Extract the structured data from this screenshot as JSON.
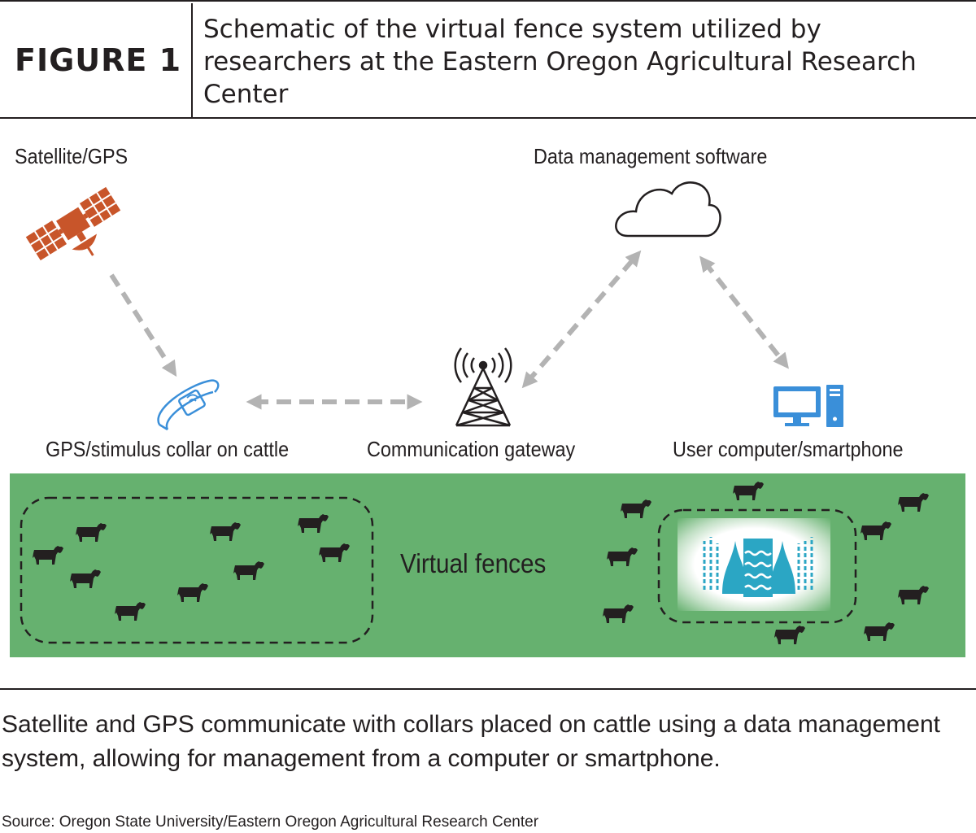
{
  "header": {
    "figure_label": "FIGURE 1",
    "title": "Schematic of the virtual fence system utilized by researchers at the Eastern Oregon Agricultural Research Center"
  },
  "diagram": {
    "satellite_label": "Satellite/GPS",
    "software_label": "Data management software",
    "collar_label": "GPS/stimulus collar on cattle",
    "gateway_label": "Communication gateway",
    "computer_label": "User computer/smartphone",
    "fence_label": "Virtual fences"
  },
  "colors": {
    "satellite": "#c8552a",
    "field": "#66b16f",
    "device": "#3a8fd9",
    "arrows": "#b3b3b3",
    "cattle": "#231f20",
    "water": "#2ba6c4"
  },
  "icons": [
    "satellite-icon",
    "cloud-icon",
    "collar-icon",
    "tower-icon",
    "computer-icon",
    "cow-icon",
    "water-feature-icon"
  ],
  "caption": "Satellite and GPS communicate with collars placed on cattle using a data management system, allowing for management from a computer or smartphone.",
  "source": "Source: Oregon State University/Eastern Oregon Agricultural Research Center"
}
